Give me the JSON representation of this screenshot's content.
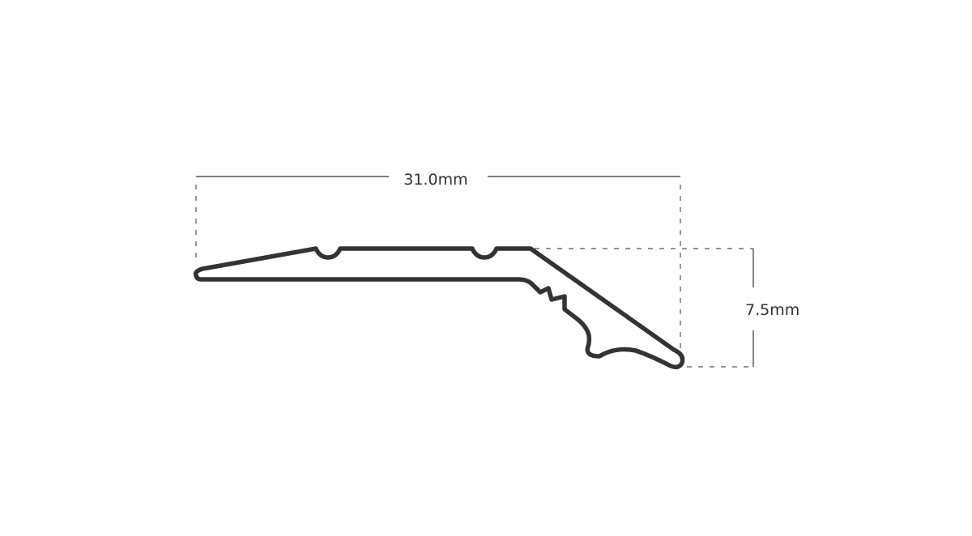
{
  "diagram": {
    "type": "profile-cross-section",
    "colors": {
      "background": "#ffffff",
      "profile_stroke": "#333333",
      "dimension_line": "#333333",
      "guide_dashes": "#555555"
    },
    "dimensions": {
      "width": {
        "label": "31.0mm",
        "value": 31.0,
        "unit": "mm"
      },
      "height": {
        "label": "7.5mm",
        "value": 7.5,
        "unit": "mm"
      }
    }
  }
}
